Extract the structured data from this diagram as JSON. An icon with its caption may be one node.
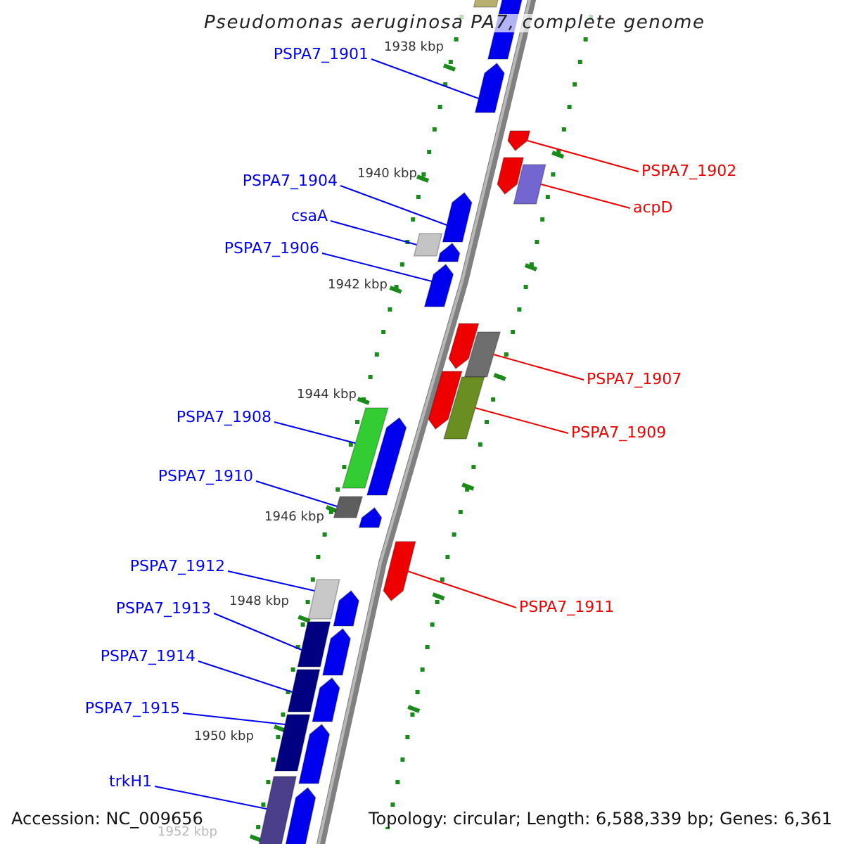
{
  "diagram": {
    "title": "Pseudomonas aeruginosa PA7, complete genome",
    "nodes": [
      {
        "text": [
          "PSPA7_1901"
        ]
      },
      {
        "text": [
          "PSPA7_1902"
        ]
      },
      {
        "text": [
          "PSPA7_1904"
        ]
      },
      {
        "text": [
          "acpD"
        ]
      },
      {
        "text": [
          "csaA"
        ]
      },
      {
        "text": [
          "PSPA7_1906"
        ]
      },
      {
        "text": [
          "PSPA7_1907"
        ]
      },
      {
        "text": [
          "PSPA7_1908"
        ]
      },
      {
        "text": [
          "PSPA7_1909"
        ]
      },
      {
        "text": [
          "PSPA7_1910"
        ]
      },
      {
        "text": [
          "PSPA7_1912"
        ]
      },
      {
        "text": [
          "PSPA7_1911"
        ]
      },
      {
        "text": [
          "PSPA7_1913"
        ]
      },
      {
        "text": [
          "PSPA7_1914"
        ]
      },
      {
        "text": [
          "PSPA7_1915"
        ]
      },
      {
        "text": [
          "trkH1"
        ]
      },
      {
        "text": [],
        "shape": "bar"
      },
      {
        "text": [],
        "shape": "arrow"
      },
      {
        "text": [],
        "shape": "arrow"
      },
      {
        "text": [],
        "shape": "arrow"
      },
      {
        "text": [],
        "shape": "arrow"
      },
      {
        "text": [],
        "shape": "bar"
      },
      {
        "text": [],
        "shape": "arrow"
      },
      {
        "text": [],
        "shape": "bar"
      },
      {
        "text": [],
        "shape": "arrow"
      },
      {
        "text": [],
        "shape": "arrow"
      },
      {
        "text": [],
        "shape": "arrow"
      },
      {
        "text": [],
        "shape": "bar"
      },
      {
        "text": [],
        "shape": "arrow"
      },
      {
        "text": [],
        "shape": "bar"
      },
      {
        "text": [],
        "shape": "bar"
      },
      {
        "text": [],
        "shape": "arrow"
      },
      {
        "text": [],
        "shape": "bar"
      },
      {
        "text": [],
        "shape": "arrow"
      },
      {
        "text": [],
        "shape": "arrow"
      },
      {
        "text": [],
        "shape": "bar"
      },
      {
        "text": [],
        "shape": "arrow"
      },
      {
        "text": [],
        "shape": "bar"
      },
      {
        "text": [],
        "shape": "arrow"
      },
      {
        "text": [],
        "shape": "bar"
      },
      {
        "text": [],
        "shape": "arrow"
      },
      {
        "text": [],
        "shape": "bar"
      },
      {
        "text": [],
        "shape": "arrow"
      },
      {
        "text": [],
        "shape": "bar"
      },
      {
        "text": [],
        "shape": "arrow"
      }
    ],
    "edges": [
      {
        "from": 0,
        "to": 18,
        "arrow": "none"
      },
      {
        "from": 1,
        "to": 19,
        "arrow": "none",
        "color": "#ee0000"
      },
      {
        "from": 2,
        "to": 22,
        "arrow": "none"
      },
      {
        "from": 3,
        "to": 21,
        "arrow": "none",
        "color": "#ee0000"
      },
      {
        "from": 4,
        "to": 23,
        "arrow": "none"
      },
      {
        "from": 5,
        "to": 25,
        "arrow": "none"
      },
      {
        "from": 6,
        "to": 27,
        "arrow": "none",
        "color": "#ee0000"
      },
      {
        "from": 7,
        "to": 30,
        "arrow": "none"
      },
      {
        "from": 8,
        "to": 29,
        "arrow": "none",
        "color": "#ee0000"
      },
      {
        "from": 9,
        "to": 32,
        "arrow": "none"
      },
      {
        "from": 10,
        "to": 35,
        "arrow": "none"
      },
      {
        "from": 11,
        "to": 34,
        "arrow": "none",
        "color": "#ee0000"
      },
      {
        "from": 12,
        "to": 37,
        "arrow": "none"
      },
      {
        "from": 13,
        "to": 39,
        "arrow": "none"
      },
      {
        "from": 14,
        "to": 41,
        "arrow": "none"
      },
      {
        "from": 15,
        "to": 43,
        "arrow": "none"
      }
    ],
    "labels": [
      "1938 kbp",
      "1940 kbp",
      "1942 kbp",
      "1944 kbp",
      "1946 kbp",
      "1948 kbp",
      "1950 kbp",
      "Accession: NC_009656",
      "Topology: circular; Length: 6,588,339 bp; Genes: 6,361",
      "1952 kbp"
    ]
  }
}
